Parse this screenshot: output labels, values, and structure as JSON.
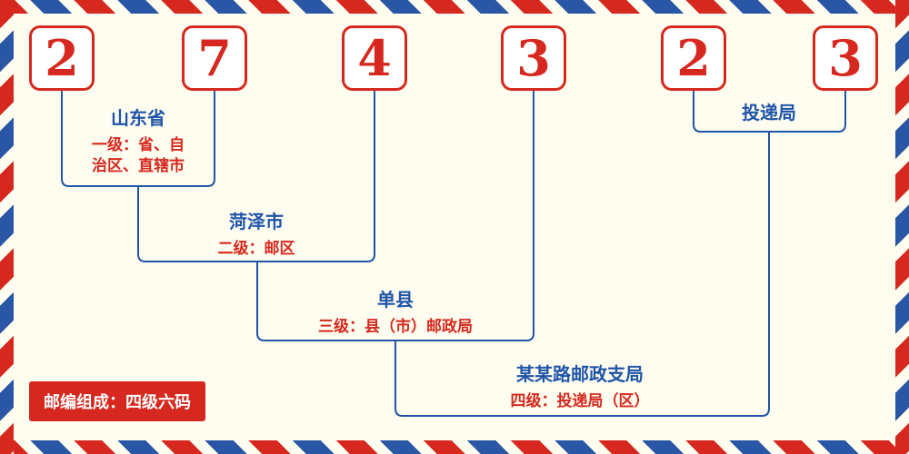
{
  "postcode": {
    "digits": [
      "2",
      "7",
      "4",
      "3",
      "2",
      "3"
    ]
  },
  "levels": [
    {
      "title": "山东省",
      "desc1": "一级：省、自",
      "desc2": "治区、直辖市"
    },
    {
      "title": "菏泽市",
      "desc1": "二级：邮区"
    },
    {
      "title": "单县",
      "desc1": "三级：县（市）邮政局"
    },
    {
      "title": "投递局"
    },
    {
      "title": "某某路邮政支局",
      "desc1": "四级：投递局（区）"
    }
  ],
  "badge": {
    "text": "邮编组成：四级六码"
  },
  "colors": {
    "red": "#d6281e",
    "blue": "#1f55a8",
    "background": "#fffdf0"
  }
}
